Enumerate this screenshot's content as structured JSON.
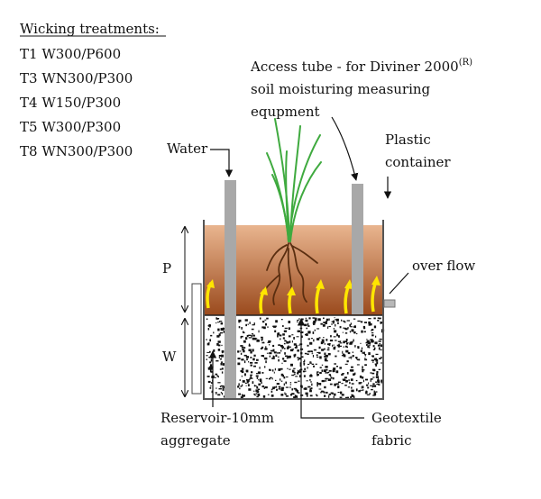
{
  "legend": {
    "title": "Wicking treatments:",
    "items": [
      "T1 W300/P600",
      "T3 WN300/P300",
      "T4 W150/P300",
      "T5 W300/P300",
      "T8 WN300/P300"
    ]
  },
  "labels": {
    "access_tube_line1": "Access tube - for Diviner 2000",
    "access_tube_sup": "(R)",
    "access_tube_line2": "soil moisturing measuring",
    "access_tube_line3": "equpment",
    "water": "Water",
    "plastic_line1": "Plastic",
    "plastic_line2": "container",
    "overflow": "over flow",
    "p": "P",
    "w": "W",
    "reservoir_line1": "Reservoir-10mm",
    "reservoir_line2": "aggregate",
    "geotextile_line1": "Geotextile",
    "geotextile_line2": "fabric"
  },
  "colors": {
    "soil_top": "#e9b58f",
    "soil_bottom": "#9a4a1d",
    "tube": "#a8a8a8",
    "container": "#555555",
    "arrow": "#ffe600",
    "plant": "#3faa3f",
    "root": "#5a2e10"
  }
}
